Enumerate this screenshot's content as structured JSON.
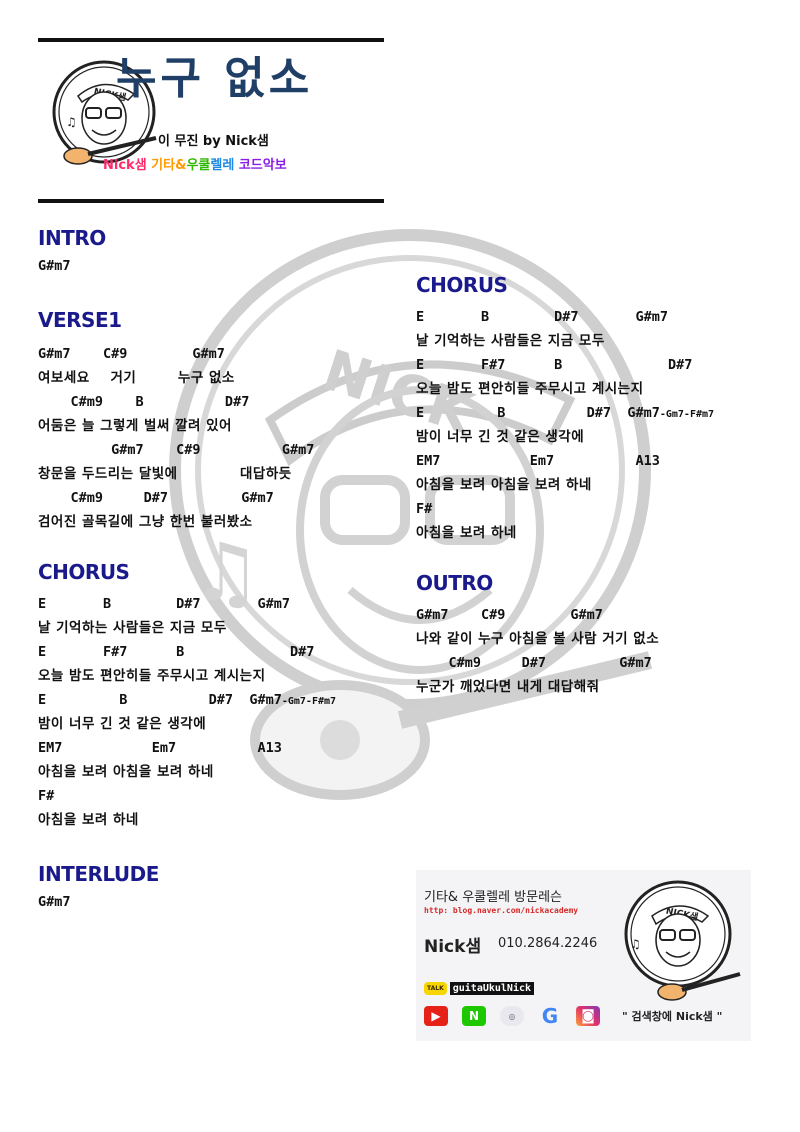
{
  "header": {
    "title": "누구 없소",
    "byline": "이 무진 by Nick샘",
    "brand": [
      {
        "text": "Nick샘",
        "color": "#ff2a6a"
      },
      {
        "text": " 기타&",
        "color": "#ff9a00"
      },
      {
        "text": "우쿨",
        "color": "#2fb800"
      },
      {
        "text": "렐레",
        "color": "#1e88e5"
      },
      {
        "text": " 코드악보",
        "color": "#8a1ee6"
      }
    ],
    "logo_text": "NICK샘"
  },
  "colors": {
    "title": "#1f3f66",
    "section": "#1a1a8c",
    "text": "#111111"
  },
  "sections": {
    "intro": {
      "title": "INTRO",
      "lines": [
        "G#m7"
      ]
    },
    "verse1": {
      "title": "VERSE1",
      "lines": [
        {
          "type": "chord",
          "text": "G#m7    C#9        G#m7"
        },
        {
          "type": "lyric",
          "text": "여보세요    거기        누구 없소"
        },
        {
          "type": "chord",
          "text": "    C#m9    B          D#7"
        },
        {
          "type": "lyric",
          "text": "어둠은 늘 그렇게 벌써 깔려 있어"
        },
        {
          "type": "chord",
          "text": "         G#m7    C#9          G#m7"
        },
        {
          "type": "lyric",
          "text": "창문을 두드리는 달빛에            대답하듯"
        },
        {
          "type": "chord",
          "text": "    C#m9     D#7         G#m7"
        },
        {
          "type": "lyric",
          "text": "검어진 골목길에 그냥 한번 불러봤소"
        }
      ]
    },
    "chorus1": {
      "title": "CHORUS",
      "lines": [
        {
          "type": "chord",
          "text": "E       B        D#7       G#m7"
        },
        {
          "type": "lyric",
          "text": "날 기억하는 사람들은 지금 모두"
        },
        {
          "type": "chord",
          "text": "E       F#7      B             D#7"
        },
        {
          "type": "lyric",
          "text": "오늘 밤도 편안히들 주무시고 계시는지"
        },
        {
          "type": "chord",
          "text": "E         B          D#7  G#m7",
          "suffix": "-Gm7-F#m7"
        },
        {
          "type": "lyric",
          "text": "밤이 너무 긴 것 같은 생각에"
        },
        {
          "type": "chord",
          "text": "EM7           Em7          A13"
        },
        {
          "type": "lyric",
          "text": "아침을 보려 아침을 보려 하네"
        },
        {
          "type": "chord",
          "text": "F#"
        },
        {
          "type": "lyric",
          "text": "아침을 보려 하네"
        }
      ]
    },
    "interlude": {
      "title": "INTERLUDE",
      "lines": [
        "G#m7"
      ]
    },
    "chorus2": {
      "title": "CHORUS",
      "lines": [
        {
          "type": "chord",
          "text": "E       B        D#7       G#m7"
        },
        {
          "type": "lyric",
          "text": "날 기억하는 사람들은 지금 모두"
        },
        {
          "type": "chord",
          "text": "E       F#7      B             D#7"
        },
        {
          "type": "lyric",
          "text": "오늘 밤도 편안히들 주무시고 계시는지"
        },
        {
          "type": "chord",
          "text": "E         B          D#7  G#m7",
          "suffix": "-Gm7-F#m7"
        },
        {
          "type": "lyric",
          "text": "밤이 너무 긴 것 같은 생각에"
        },
        {
          "type": "chord",
          "text": "EM7           Em7          A13"
        },
        {
          "type": "lyric",
          "text": "아침을 보려 아침을 보려 하네"
        },
        {
          "type": "chord",
          "text": "F#"
        },
        {
          "type": "lyric",
          "text": "아침을 보려 하네"
        }
      ]
    },
    "outro": {
      "title": "OUTRO",
      "lines": [
        {
          "type": "chord",
          "text": "G#m7    C#9        G#m7"
        },
        {
          "type": "lyric",
          "text": "나와 같이 누구 아침을 볼 사람 거기 없소"
        },
        {
          "type": "chord",
          "text": "    C#m9     D#7         G#m7"
        },
        {
          "type": "lyric",
          "text": "누군가 깨었다면 내게 대답해줘"
        }
      ]
    }
  },
  "card": {
    "tagline": "기타& 우쿨렐레 방문레슨",
    "url": "http: blog.naver.com/nickacademy",
    "name": "Nick샘",
    "phone": "010.2864.2246",
    "talk_badge": "TALK",
    "talk_id": "guitaUkulNick",
    "icons": [
      "youtube-icon",
      "naver-icon",
      "cafe-icon",
      "google-icon",
      "instagram-icon"
    ],
    "search_hint": "\" 검색창에 Nick샘 \""
  }
}
